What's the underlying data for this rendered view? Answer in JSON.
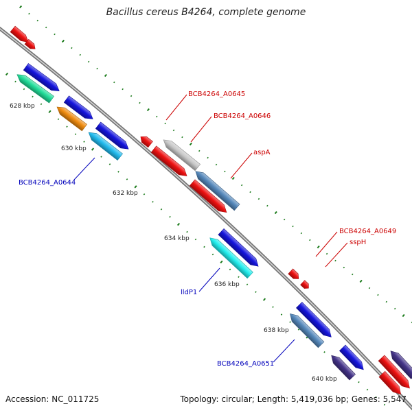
{
  "title": "Bacillus cereus B4264, complete genome",
  "footer": {
    "accession": "Accession: NC_011725",
    "summary": "Topology: circular; Length: 5,419,036 bp; Genes: 5,547"
  },
  "colors": {
    "backbone": "#8c8c8c",
    "tick": "#1a7a1a",
    "label_red": "#cc0000",
    "label_blue": "#0000bb"
  },
  "scale_labels": [
    "628 kbp",
    "630 kbp",
    "632 kbp",
    "634 kbp",
    "636 kbp",
    "638 kbp",
    "640 kbp"
  ],
  "gene_labels": [
    {
      "text": "BCB4264_A0645",
      "color": "red"
    },
    {
      "text": "BCB4264_A0646",
      "color": "red"
    },
    {
      "text": "aspA",
      "color": "red"
    },
    {
      "text": "BCB4264_A0649",
      "color": "red"
    },
    {
      "text": "sspH",
      "color": "red"
    },
    {
      "text": "BCB4264_A0644",
      "color": "blue"
    },
    {
      "text": "lldP1",
      "color": "blue"
    },
    {
      "text": "BCB4264_A0651",
      "color": "blue"
    }
  ],
  "genes": [
    {
      "name": "gene-red-small-1",
      "color": "#ee1111"
    },
    {
      "name": "gene-red-small-2",
      "color": "#ee1111"
    },
    {
      "name": "gene-blue-1",
      "color": "#1515dd"
    },
    {
      "name": "gene-teal-green",
      "color": "#22dd99"
    },
    {
      "name": "gene-blue-2",
      "color": "#1515dd"
    },
    {
      "name": "gene-orange",
      "color": "#f08c10"
    },
    {
      "name": "gene-blue-3",
      "color": "#1515dd"
    },
    {
      "name": "gene-light-blue",
      "color": "#22bbee"
    },
    {
      "name": "gene-red-small-3",
      "color": "#ee1111"
    },
    {
      "name": "gene-grey",
      "color": "#c8c8c8"
    },
    {
      "name": "gene-red-aspA",
      "color": "#ee1111"
    },
    {
      "name": "gene-steelblue",
      "color": "#5588bb"
    },
    {
      "name": "gene-red-2",
      "color": "#ee1111"
    },
    {
      "name": "gene-blue-4",
      "color": "#1515dd"
    },
    {
      "name": "gene-cyan-lldP1",
      "color": "#22eeee"
    },
    {
      "name": "gene-red-small-4",
      "color": "#ee1111"
    },
    {
      "name": "gene-red-small-5",
      "color": "#ee1111"
    },
    {
      "name": "gene-blue-5",
      "color": "#1515dd"
    },
    {
      "name": "gene-steelblue-2",
      "color": "#5588bb"
    },
    {
      "name": "gene-blue-6",
      "color": "#1515dd"
    },
    {
      "name": "gene-darkslate",
      "color": "#443388"
    },
    {
      "name": "gene-darkslate-2",
      "color": "#443388"
    },
    {
      "name": "gene-red-3",
      "color": "#ee1111"
    },
    {
      "name": "gene-red-4",
      "color": "#ee1111"
    }
  ]
}
